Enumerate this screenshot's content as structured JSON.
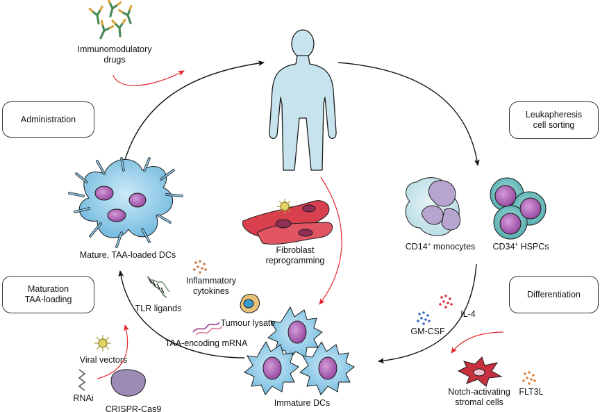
{
  "stages": {
    "administration": "Administration",
    "leukapheresis_line1": "Leukapheresis",
    "leukapheresis_line2": "cell sorting",
    "maturation_line1": "Maturation",
    "maturation_line2": "TAA-loading",
    "differentiation": "Differentiation"
  },
  "labels": {
    "immunomodulatory_line1": "Immunomodulatory",
    "immunomodulatory_line2": "drugs",
    "mature_dcs": "Mature, TAA-loaded DCs",
    "fibroblast_line1": "Fibroblast",
    "fibroblast_line2": "reprogramming",
    "cd14_prefix": "CD14",
    "cd14_suffix": " monocytes",
    "cd34_prefix": "CD34",
    "cd34_suffix": " HSPCs",
    "superscript_plus": "+",
    "inflammatory_line1": "Inflammatory",
    "inflammatory_line2": "cytokines",
    "tlr_ligands": "TLR ligands",
    "tumour_lysate": "Tumour lysate",
    "taa_mrna": "TAA-encoding mRNA",
    "viral_vectors": "Viral vectors",
    "rnai": "RNAi",
    "crispr": "CRISPR-Cas9",
    "il4": "IL-4",
    "gmcsf": "GM-CSF",
    "immature_dcs": "Immature DCs",
    "notch_line1": "Notch-activating",
    "notch_line2": "stromal cells",
    "flt3l": "FLT3L"
  },
  "colors": {
    "cycle_arrow": "#111111",
    "input_arrow": "#e0262b",
    "dc_cell": "#8cc8e6",
    "dc_nucleus": "#9b4fa6",
    "monocyte": "#c8e4ec",
    "hspc": "#6cc0c0",
    "fibroblast": "#d8404e",
    "human_silhouette": "#c7e3ee"
  }
}
